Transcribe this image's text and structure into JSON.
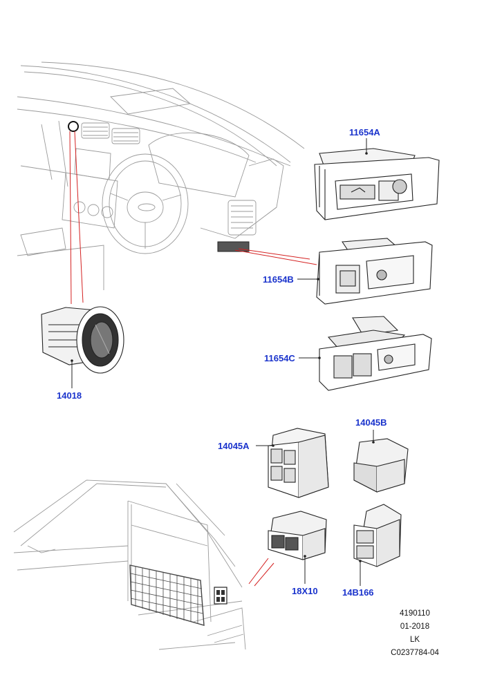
{
  "callouts": {
    "part_11654A": "11654A",
    "part_11654B": "11654B",
    "part_11654C": "11654C",
    "part_14018": "14018",
    "part_14045A": "14045A",
    "part_14045B": "14045B",
    "part_18X10": "18X10",
    "part_14B166": "14B166"
  },
  "reference": {
    "line1": "4190110",
    "line2": "01-2018",
    "line3": "LK",
    "line4": "C0237784-04"
  },
  "colors": {
    "callout_text": "#1a33cc",
    "leader_red": "#d42020",
    "line_art": "#222222",
    "light_art": "#9a9a9a"
  }
}
